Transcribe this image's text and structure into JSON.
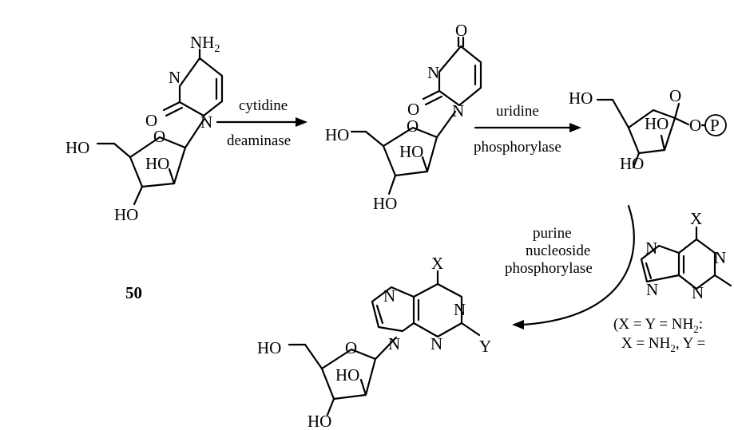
{
  "compound_label": "50",
  "atoms": {
    "nh2": "NH",
    "nh2_sub": "2",
    "n": "N",
    "o": "O",
    "ho": "HO",
    "p": "P",
    "x": "X",
    "y": "Y"
  },
  "enzymes": {
    "step1_line1": "cytidine",
    "step1_line2": "deaminase",
    "step2_line1": "uridine",
    "step2_line2": "phosphorylase",
    "step3_line1": "purine",
    "step3_line2": "nucleoside",
    "step3_line3": "phosphorylase"
  },
  "conditions": {
    "line1": "(X = Y = NH",
    "line1_sub": "2",
    "line1_end": ":",
    "line2": "X = NH",
    "line2_sub": "2",
    "line2_end": ", Y ="
  }
}
